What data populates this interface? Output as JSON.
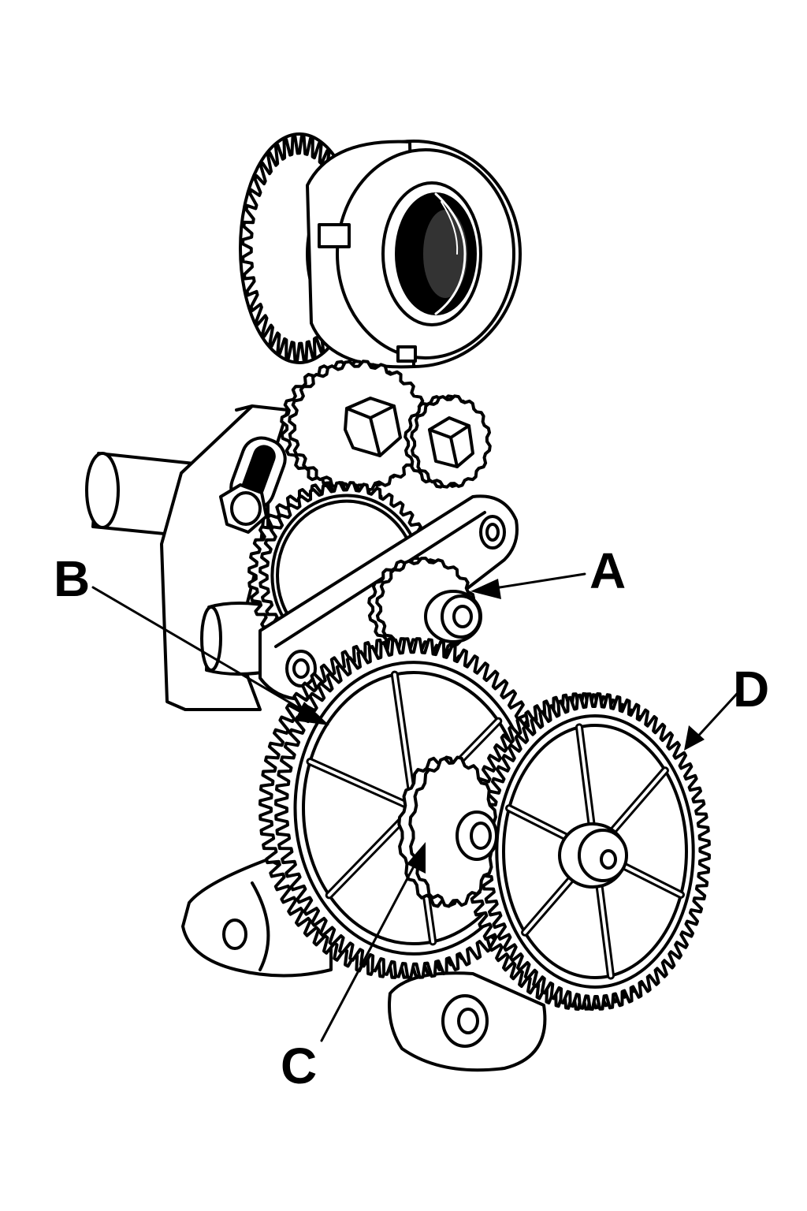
{
  "labels": {
    "a": "A",
    "b": "B",
    "c": "C",
    "d": "D"
  },
  "parts": [
    {
      "id": "spindle-chuck-gear",
      "teeth": 40
    },
    {
      "id": "upper-idler-gear",
      "teeth": 24
    },
    {
      "id": "upper-small-gear",
      "teeth": 16
    },
    {
      "id": "middle-idler-gear",
      "teeth": 40
    },
    {
      "id": "gear-a",
      "teeth": 18
    },
    {
      "id": "gear-b",
      "teeth": 72
    },
    {
      "id": "gear-c",
      "teeth": 16
    },
    {
      "id": "gear-d",
      "teeth": 72
    }
  ]
}
